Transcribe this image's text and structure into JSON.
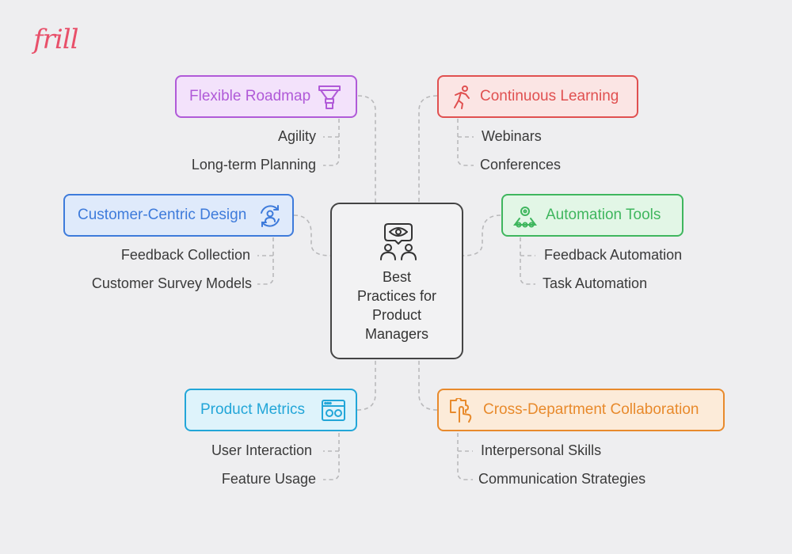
{
  "logo": "frill",
  "center": {
    "lines": [
      "Best",
      "Practices for",
      "Product",
      "Managers"
    ],
    "icon": "eye-people-icon"
  },
  "nodes": {
    "flexible_roadmap": {
      "label": "Flexible Roadmap",
      "icon": "funnel-icon",
      "color": "#b05ad8",
      "bg": "#f3e2fb",
      "items": [
        "Agility",
        "Long-term Planning"
      ]
    },
    "continuous_learning": {
      "label": "Continuous Learning",
      "icon": "runner-icon",
      "color": "#e05050",
      "bg": "#fbe5e4",
      "items": [
        "Webinars",
        "Conferences"
      ]
    },
    "customer_centric": {
      "label": "Customer-Centric Design",
      "icon": "user-cycle-icon",
      "color": "#3e7bdb",
      "bg": "#dfeafb",
      "items": [
        "Feedback Collection",
        "Customer Survey Models"
      ]
    },
    "automation_tools": {
      "label": "Automation Tools",
      "icon": "conveyor-icon",
      "color": "#3fb65e",
      "bg": "#e2f6e6",
      "items": [
        "Feedback Automation",
        "Task Automation"
      ]
    },
    "product_metrics": {
      "label": "Product Metrics",
      "icon": "browser-metrics-icon",
      "color": "#22a6d8",
      "bg": "#def3fb",
      "items": [
        "User Interaction",
        "Feature Usage"
      ]
    },
    "cross_department": {
      "label": "Cross-Department Collaboration",
      "icon": "hand-puzzle-icon",
      "color": "#e88a2c",
      "bg": "#fcebd9",
      "items": [
        "Interpersonal Skills",
        "Communication Strategies"
      ]
    }
  }
}
